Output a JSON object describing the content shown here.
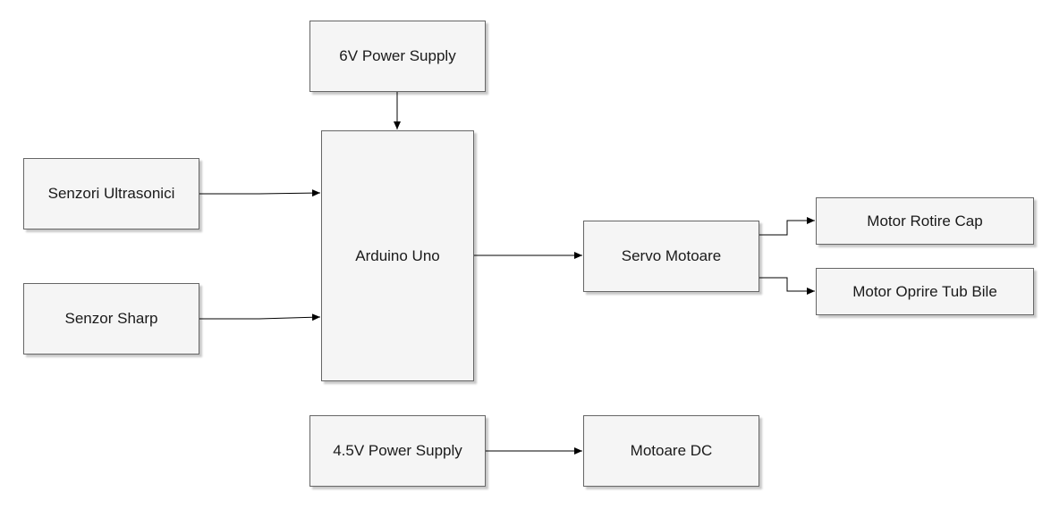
{
  "blocks": {
    "power_6v": "6V Power Supply",
    "ultrasonic": "Senzori Ultrasonici",
    "sharp": "Senzor Sharp",
    "arduino": "Arduino Uno",
    "servo": "Servo Motoare",
    "motor_cap": "Motor Rotire Cap",
    "motor_tub": "Motor Oprire Tub Bile",
    "power_45v": "4.5V Power Supply",
    "motor_dc": "Motoare DC"
  },
  "colors": {
    "box_fill": "#f5f5f5",
    "box_border": "#666666",
    "line": "#000000"
  }
}
